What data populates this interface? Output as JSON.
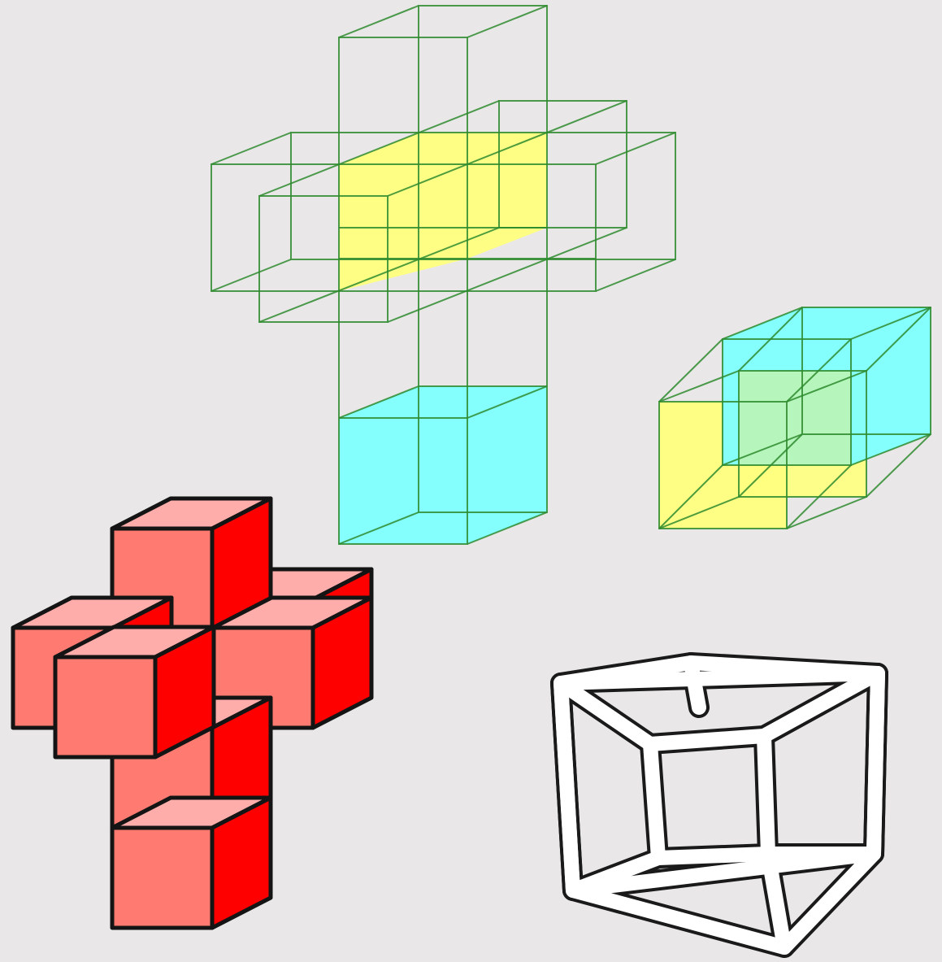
{
  "figures": [
    {
      "id": "tesseract-net-wireframe",
      "kind": "cube-net",
      "cell_count": 8,
      "render_style": "wireframe"
    },
    {
      "id": "tesseract-projection",
      "kind": "hypercube-projection",
      "render_style": "wireframe"
    },
    {
      "id": "tesseract-net-solid",
      "kind": "cube-net",
      "cell_count": 8,
      "render_style": "solid"
    },
    {
      "id": "tesseract-sketch",
      "kind": "hypercube-sketch",
      "render_style": "hand-drawn"
    }
  ],
  "colors": {
    "background": "#e9e7e8",
    "edge": "#2e8b2e",
    "highlight_yellow": "#ffff80",
    "highlight_cyan": "#80ffff",
    "overlap_green": "#b8f5b8",
    "solid_front": "#ff7b72",
    "solid_top": "#ffadab",
    "solid_side": "#ff0000",
    "solid_outline": "#141414",
    "sketch_stroke": "#1a1a1a",
    "sketch_fill": "#ffffff"
  }
}
